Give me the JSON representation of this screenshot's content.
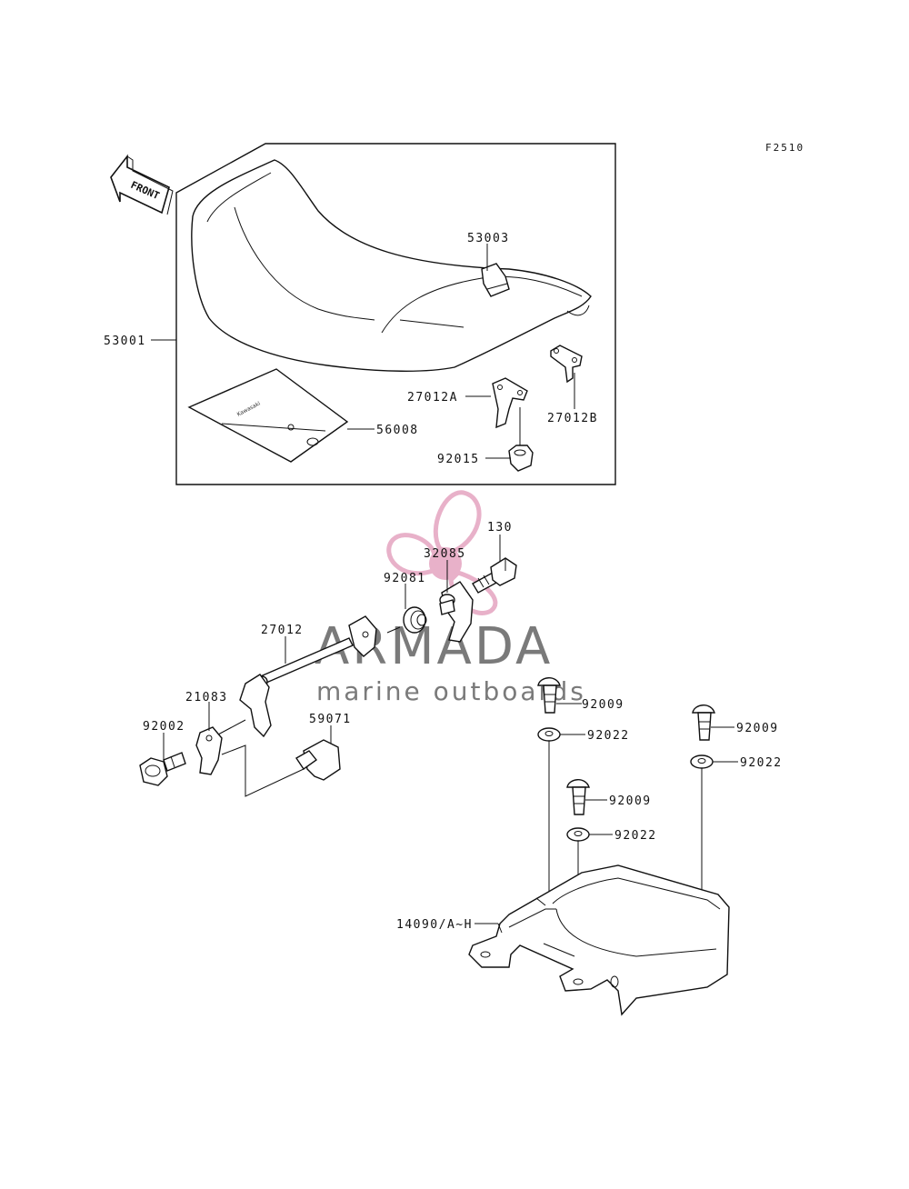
{
  "figure_code": "F2510",
  "front_arrow_label": "FRONT",
  "watermark": {
    "brand": "ARMADA",
    "tagline": "marine outboards",
    "color_text": "#7a7a7a",
    "color_logo": "#e6a9c4"
  },
  "labels": {
    "p53001": "53001",
    "p53003": "53003",
    "p56008": "56008",
    "p27012A": "27012A",
    "p27012B": "27012B",
    "p92015": "92015",
    "p130": "130",
    "p32085": "32085",
    "p92081": "92081",
    "p27012": "27012",
    "p21083": "21083",
    "p92002": "92002",
    "p59071": "59071",
    "p92009a": "92009",
    "p92022a": "92022",
    "p92009b": "92009",
    "p92022b": "92022",
    "p92009c": "92009",
    "p92022c": "92022",
    "p14090": "14090/A~H"
  }
}
